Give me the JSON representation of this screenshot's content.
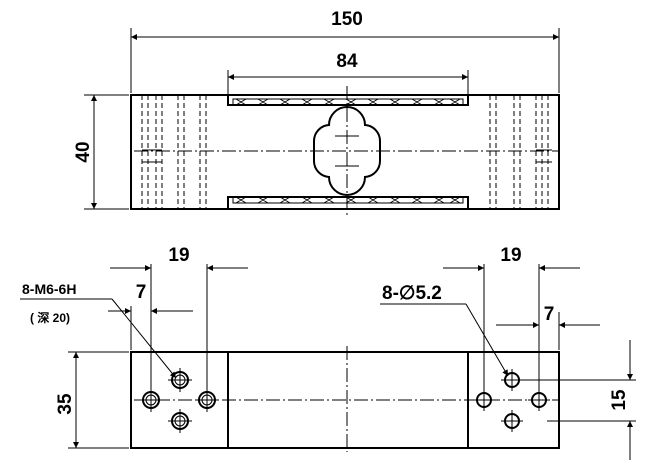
{
  "dimensions": {
    "overall_length": "150",
    "slot_length": "84",
    "height": "40",
    "hole_spacing_left": "19",
    "hole_spacing_right": "19",
    "edge_offset_left": "7",
    "edge_offset_right": "7",
    "bottom_height": "35",
    "hole_vertical_spacing": "15"
  },
  "notes": {
    "thread_spec": "8-M6-6H",
    "thread_depth": "( 深 20)",
    "hole_spec": "8-∅5.2"
  }
}
